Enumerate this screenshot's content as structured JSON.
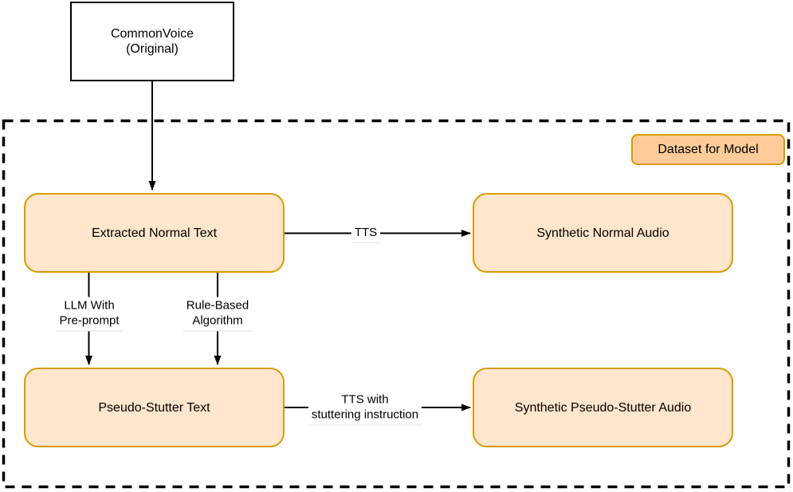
{
  "colors": {
    "node_fill": "#FFE6CC",
    "node_stroke": "#D79B00",
    "badge_fill": "#FFCC99",
    "arrow": "#000000",
    "container_border": "#000000"
  },
  "nodes": {
    "commonvoice": {
      "line1": "CommonVoice",
      "line2": "(Original)"
    },
    "extracted_normal_text": {
      "label": "Extracted Normal Text"
    },
    "synthetic_normal_audio": {
      "label": "Synthetic Normal Audio"
    },
    "pseudo_stutter_text": {
      "label": "Pseudo-Stutter Text"
    },
    "synthetic_pseudo_stutter_audio": {
      "label": "Synthetic Pseudo-Stutter Audio"
    }
  },
  "container": {
    "label": "Dataset for Model"
  },
  "edges": {
    "tts": {
      "label": "TTS"
    },
    "llm": {
      "line1": "LLM With",
      "line2": "Pre-prompt"
    },
    "rule_based": {
      "line1": "Rule-Based",
      "line2": "Algorithm"
    },
    "tts_stutter": {
      "line1": "TTS with",
      "line2": "stuttering instruction"
    }
  }
}
